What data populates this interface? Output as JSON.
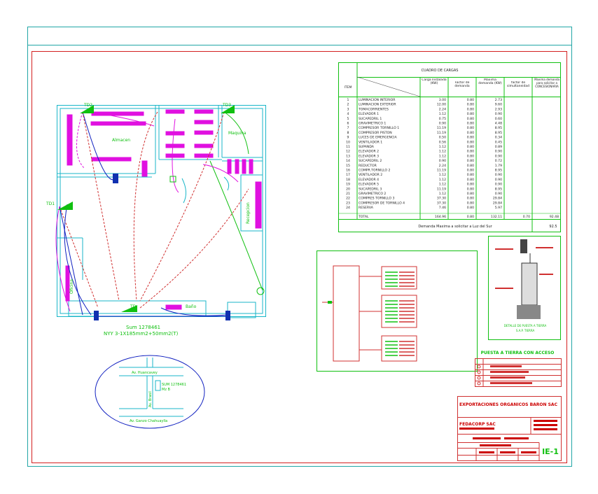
{
  "colors": {
    "frame_outer": "#21a6a6",
    "frame_inner": "#d42020",
    "wall": "#18b6c8",
    "equipment": "#e010e0",
    "green": "#10c010",
    "blue": "#1020c0",
    "red": "#d03030",
    "title_red": "#cc0000"
  },
  "plan": {
    "labels": {
      "td2": "TD2",
      "td3": "TD3",
      "td1": "TD1",
      "td4": "TD",
      "almacen": "Almacen",
      "maquina": "Maquina",
      "recepcion": "Recepcion",
      "oficina": "Oficina",
      "bano": "Baño",
      "supply1": "Sum 1278461",
      "supply2": "NYY 3-1X185mm2+50mm2(T)"
    }
  },
  "location": {
    "street_top": "Av. Huancavey",
    "street_left": "Av. Brasil",
    "street_bottom": "Av. Ganzo Chahuaylla",
    "supply": "SUM 1278461",
    "supply_b": "Mz B"
  },
  "load_table": {
    "title": "CUADRO DE CARGAS",
    "headers": {
      "item": "ITEM",
      "carga": "Carga Instalada (KW)",
      "factor": "Factor de demanda",
      "maxima": "Maxima demanda (KW)",
      "simult": "factor de simultaneidad",
      "solicitar": "Maxima demanda para solicitar a CONCESIONARIA"
    },
    "rows": [
      {
        "n": "1",
        "desc": "LUMINACION INTERIOR",
        "ci": "3.00",
        "fd": "0.80",
        "md": "2.73"
      },
      {
        "n": "2",
        "desc": "LUMINACION EXTERIOR",
        "ci": "12.00",
        "fd": "0.80",
        "md": "9.60"
      },
      {
        "n": "3",
        "desc": "TOMACORRIENTES",
        "ci": "2.24",
        "fd": "0.80",
        "md": "2.93"
      },
      {
        "n": "4",
        "desc": "ELEVADOR 1",
        "ci": "1.12",
        "fd": "0.80",
        "md": "0.90"
      },
      {
        "n": "5",
        "desc": "SUCAPEDRIL 1",
        "ci": "0.75",
        "fd": "0.80",
        "md": "0.60"
      },
      {
        "n": "6",
        "desc": "GRAVIMETRICO 1",
        "ci": "0.90",
        "fd": "0.80",
        "md": "4.48"
      },
      {
        "n": "7",
        "desc": "COMPRESOR TORNILLO 1",
        "ci": "11.19",
        "fd": "0.80",
        "md": "8.95"
      },
      {
        "n": "8",
        "desc": "COMPRESOR PISTON",
        "ci": "11.19",
        "fd": "0.80",
        "md": "8.95"
      },
      {
        "n": "9",
        "desc": "LUCES DE EMERGENCIA",
        "ci": "0.50",
        "fd": "0.80",
        "md": "0.34"
      },
      {
        "n": "10",
        "desc": "VENTILADOR 1",
        "ci": "0.56",
        "fd": "0.80",
        "md": "0.45"
      },
      {
        "n": "11",
        "desc": "SUPANDA",
        "ci": "1.12",
        "fd": "0.80",
        "md": "0.89"
      },
      {
        "n": "12",
        "desc": "ELEVADOR 2",
        "ci": "1.12",
        "fd": "0.80",
        "md": "0.90"
      },
      {
        "n": "13",
        "desc": "ELEVADOR 3",
        "ci": "1.12",
        "fd": "0.80",
        "md": "0.90"
      },
      {
        "n": "14",
        "desc": "SUCAPEDRIL 2",
        "ci": "0.90",
        "fd": "0.80",
        "md": "0.72"
      },
      {
        "n": "15",
        "desc": "REDUCTOR",
        "ci": "2.24",
        "fd": "0.80",
        "md": "1.79"
      },
      {
        "n": "16",
        "desc": "COMPR.TORNILLO 2",
        "ci": "11.19",
        "fd": "0.80",
        "md": "8.95"
      },
      {
        "n": "17",
        "desc": "VENTILADOR 2",
        "ci": "1.12",
        "fd": "0.80",
        "md": "0.90"
      },
      {
        "n": "18",
        "desc": "ELEVADOR 4",
        "ci": "1.12",
        "fd": "0.80",
        "md": "0.90"
      },
      {
        "n": "19",
        "desc": "ELEVADOR 5",
        "ci": "1.12",
        "fd": "0.80",
        "md": "0.90"
      },
      {
        "n": "20",
        "desc": "SUCAPEDRIL 3",
        "ci": "11.19",
        "fd": "0.80",
        "md": "8.95"
      },
      {
        "n": "21",
        "desc": "GRAVIMETRICO 2",
        "ci": "1.12",
        "fd": "0.80",
        "md": "0.90"
      },
      {
        "n": "22",
        "desc": "COMPRES TORNILLO 3",
        "ci": "37.30",
        "fd": "0.80",
        "md": "29.84"
      },
      {
        "n": "23",
        "desc": "COMPRESOR DE TORNILLO 4",
        "ci": "37.30",
        "fd": "0.80",
        "md": "29.84"
      },
      {
        "n": "24",
        "desc": "RESERVA",
        "ci": "7.46",
        "fd": "0.80",
        "md": "5.97"
      }
    ],
    "total": {
      "desc": "TOTAL",
      "ci": "164.96",
      "fd": "0.80",
      "md": "132.11",
      "fs": "0.70",
      "sol": "92.48"
    },
    "footer_label": "Demanda Maxima a solicitar a Luz del Sur",
    "footer_value": "92.5"
  },
  "grounding": {
    "title": "PUESTA A TIERRA CON ACCESO",
    "caption1": "DETALLE DE PUESTA A TIERRA",
    "caption2": "S.A.P. TIERRA"
  },
  "title_block": {
    "company": "EXPORTACIONES ORGANICOS BARON SAC",
    "firm": "FEDACORP SAC",
    "sheet": "IE-1"
  }
}
